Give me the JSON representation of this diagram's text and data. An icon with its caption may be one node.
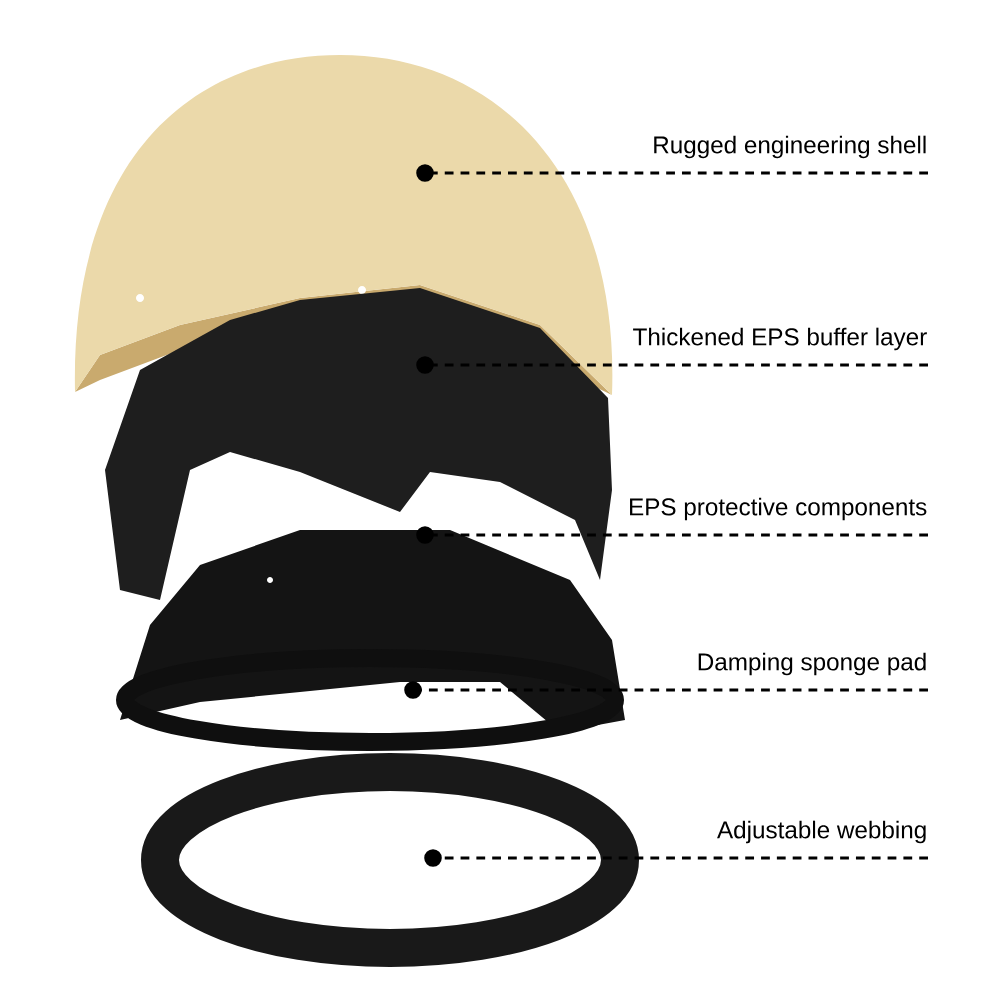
{
  "diagram": {
    "nodes": [
      {
        "text": [
          "Rugged engineering shell"
        ]
      },
      {
        "text": [
          "Thickened EPS buffer layer"
        ]
      },
      {
        "text": [
          "EPS protective components"
        ]
      },
      {
        "text": [
          "Damping sponge pad"
        ]
      },
      {
        "text": [
          "Adjustable webbing"
        ]
      },
      {
        "text": [],
        "shape": "picture"
      },
      {
        "text": [],
        "shape": "picture"
      },
      {
        "text": [],
        "shape": "picture"
      },
      {
        "text": [],
        "shape": "picture"
      },
      {
        "text": [],
        "shape": "picture"
      }
    ],
    "edges": [
      {
        "from": 0,
        "to": 5,
        "arrow": "other"
      },
      {
        "from": 1,
        "to": 6,
        "arrow": "other"
      },
      {
        "from": 2,
        "to": 7,
        "arrow": "other"
      },
      {
        "from": 3,
        "to": 8,
        "arrow": "other"
      },
      {
        "from": 4,
        "to": 9,
        "arrow": "other"
      }
    ]
  }
}
